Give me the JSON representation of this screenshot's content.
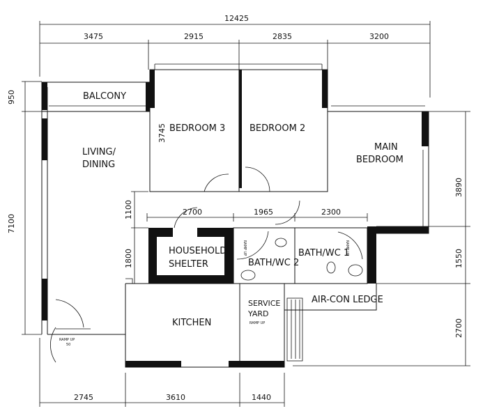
{
  "plan": {
    "rooms": {
      "balcony": "BALCONY",
      "living_1": "LIVING/",
      "living_2": "DINING",
      "bedroom3": "BEDROOM 3",
      "bedroom2": "BEDROOM 2",
      "main_1": "MAIN",
      "main_2": "BEDROOM",
      "shelter_1": "HOUSEHOLD",
      "shelter_2": "SHELTER",
      "bath2": "BATH/WC 2",
      "bath1": "BATH/WC 1",
      "kitchen": "KITCHEN",
      "service_1": "SERVICE",
      "service_2": "YARD",
      "aircon": "AIR-CON LEDGE",
      "ramp_service": "RAMP UP",
      "ramp_entry_1": "RAMP UP",
      "ramp_entry_2": "50",
      "ramp_bath": "RAMP UP"
    },
    "dimensions": {
      "overall_width": "12425",
      "top": [
        "3475",
        "2915",
        "2835",
        "3200"
      ],
      "left": [
        "950",
        "7100"
      ],
      "bedroom3_depth": "3745",
      "right": [
        "3890",
        "1550",
        "2700"
      ],
      "inner_left": [
        "1100",
        "1800"
      ],
      "inner": [
        "2700",
        "1965",
        "2300"
      ],
      "bottom": [
        "2745",
        "3610",
        "1440"
      ]
    }
  }
}
